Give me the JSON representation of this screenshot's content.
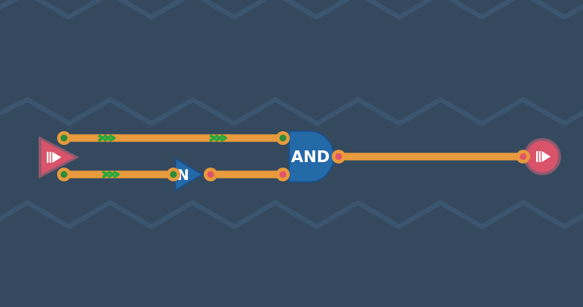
{
  "colors": {
    "background": "#34495e",
    "zigzag": "#3d5671",
    "wire": "#e89a3c",
    "wire_active_chevron": "#27a83c",
    "node_ring": "#e89a3c",
    "node_on": "#2e8b3a",
    "node_off": "#e0556a",
    "gate_fill": "#2469a8",
    "gate_stroke": "#1a4f8a",
    "io_fill": "#d9536a",
    "io_glow": "#e86a80"
  },
  "circuit": {
    "input": {
      "name": "input-source",
      "icon": "play-bars-icon"
    },
    "gates": [
      {
        "name": "not-gate",
        "label": "N"
      },
      {
        "name": "and-gate",
        "label": "AND"
      }
    ],
    "output": {
      "name": "output-sink",
      "icon": "play-bars-icon"
    },
    "wires": [
      {
        "name": "wire-top",
        "state": "on"
      },
      {
        "name": "wire-bottom-left",
        "state": "on"
      },
      {
        "name": "wire-not-to-and",
        "state": "off"
      },
      {
        "name": "wire-and-to-output",
        "state": "off"
      }
    ]
  }
}
